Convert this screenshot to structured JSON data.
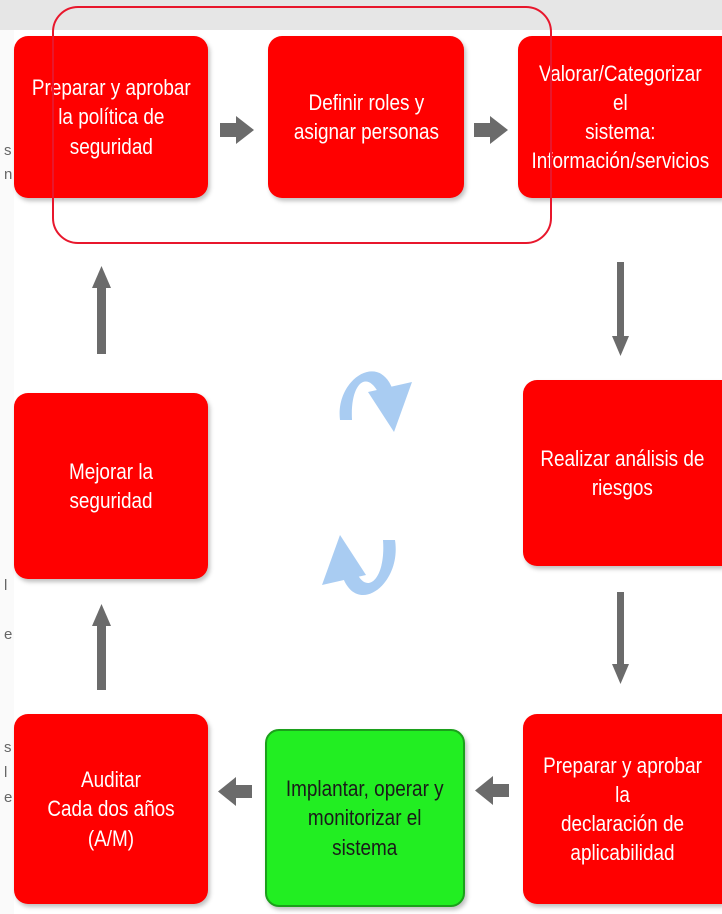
{
  "diagram": {
    "steps": [
      {
        "id": "step-1",
        "label": "Preparar y aprobar\nla política de\nseguridad",
        "color": "red"
      },
      {
        "id": "step-2",
        "label": "Definir roles y\nasignar personas",
        "color": "red"
      },
      {
        "id": "step-3",
        "label": "Valorar/Categorizar el\nsistema:\nInformación/servicios",
        "color": "red"
      },
      {
        "id": "step-4",
        "label": "Realizar análisis de\nriesgos",
        "color": "red"
      },
      {
        "id": "step-5",
        "label": "Preparar y aprobar la\ndeclaración de\naplicabilidad",
        "color": "red"
      },
      {
        "id": "step-6",
        "label": "Implantar, operar y\nmonitorizar el\nsistema",
        "color": "green"
      },
      {
        "id": "step-7",
        "label": "Auditar\nCada dos años (A/M)",
        "color": "red"
      },
      {
        "id": "step-8",
        "label": "Mejorar la seguridad",
        "color": "red"
      }
    ],
    "cut_text_fragments": [
      "s",
      "n",
      "l",
      "e",
      "s",
      "l",
      "e"
    ],
    "colors": {
      "step_red": "#ff0000",
      "step_green": "#22ee22",
      "arrow_gray": "#6b6b6b",
      "cycle_blue": "#a9ccf2",
      "highlight_outline": "#e8172c"
    },
    "icons": {
      "center": "refresh-cycle-icon",
      "connector": "arrow-icon"
    }
  }
}
